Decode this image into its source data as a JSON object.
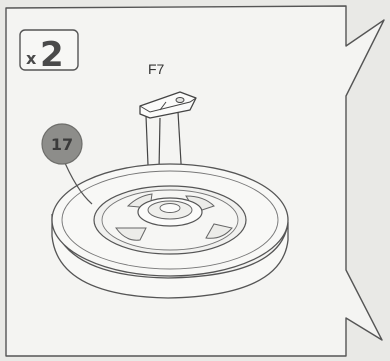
{
  "instruction": {
    "quantity_prefix": "x",
    "quantity_number": "2",
    "part_label": "F7",
    "callout_number": "17"
  },
  "colors": {
    "background": "#e9e9e6",
    "panel": "#f4f4f2",
    "line": "#4a4a4a",
    "callout_fill": "#8d8d8a"
  },
  "icons": {
    "next_step": "arrow-flag"
  }
}
